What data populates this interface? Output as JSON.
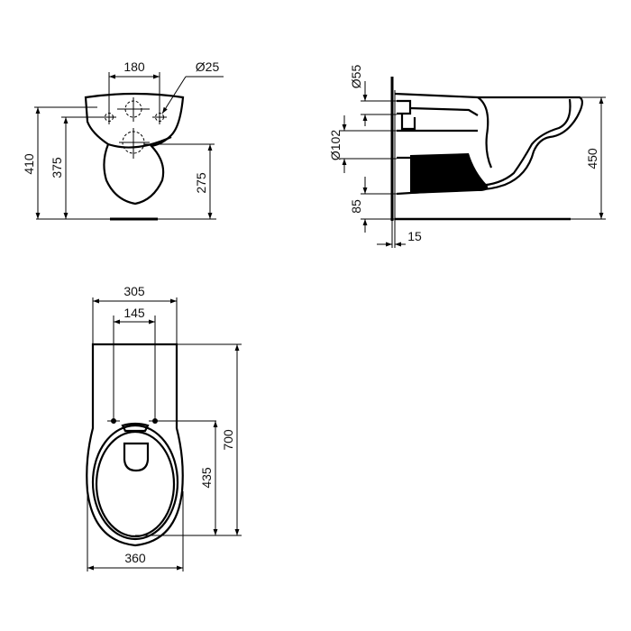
{
  "drawing": {
    "front_view": {
      "labels": {
        "hole_spacing": "180",
        "hole_diameter": "Ø25",
        "height_total": "410",
        "height_holes": "375",
        "height_outlet": "275"
      }
    },
    "side_view": {
      "labels": {
        "inlet_diameter": "Ø55",
        "outlet_diameter": "Ø102",
        "floor_offset": "85",
        "wall_gap": "15",
        "height": "450"
      }
    },
    "top_view": {
      "labels": {
        "outer_width": "305",
        "bolt_spacing": "145",
        "length": "700",
        "bolt_to_front": "435",
        "bowl_width": "360"
      }
    }
  }
}
